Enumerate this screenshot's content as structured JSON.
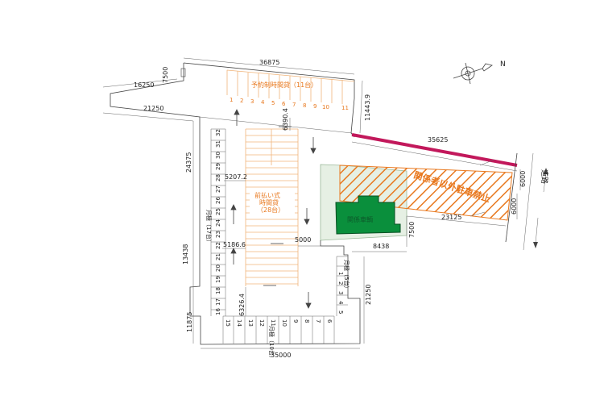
{
  "compass": {
    "label": "N"
  },
  "dimensions": {
    "top_width": "36875",
    "top_left_width": "16250",
    "top_left_height": "7500",
    "left_upper_width": "21250",
    "right_upper_height": "11443.9",
    "left_height_a": "24375",
    "inner_offset_a": "6390.4",
    "inner_offset_b": "5207.2",
    "left_height_b": "13438",
    "inner_offset_c": "5186.6",
    "inner_offset_d": "5000",
    "inner_offset_e": "6326.4",
    "left_height_c": "11875",
    "bottom_width": "35000",
    "right_lower_height": "21250",
    "building_offset_width": "8438",
    "building_offset_height": "7500",
    "diagonal_length": "35625",
    "hatch_width": "23125",
    "road_side_a": "6000",
    "road_side_b": "6000"
  },
  "zones": {
    "reserved": "予約制時間貸（11台）",
    "prepaid_line1": "前払い式",
    "prepaid_line2": "時間貸",
    "prepaid_line3": "（28台）",
    "monthly_left": "月極（17台）",
    "monthly_bottom": "月極（10台）",
    "monthly_right": "月極（5台）",
    "building": "関係車輌",
    "no_parking": "関係者以外駐車禁止",
    "road": "道路"
  },
  "stall_numbers": {
    "top": [
      "1",
      "2",
      "3",
      "4",
      "5",
      "6",
      "7",
      "8",
      "9",
      "10",
      "11"
    ],
    "left": [
      "32",
      "31",
      "30",
      "29",
      "28",
      "27",
      "26",
      "25",
      "24",
      "23",
      "22",
      "21",
      "20",
      "19",
      "18",
      "17",
      "16"
    ],
    "bottom": [
      "15",
      "14",
      "13",
      "12",
      "11",
      "10",
      "9",
      "8",
      "7",
      "6"
    ],
    "right": [
      "1",
      "2",
      "3",
      "4",
      "5"
    ]
  },
  "colors": {
    "orange": "#e8781e",
    "building_green": "#0a8f3c",
    "boundary_magenta": "#c2185b",
    "site_green": "#e6f0e4"
  }
}
